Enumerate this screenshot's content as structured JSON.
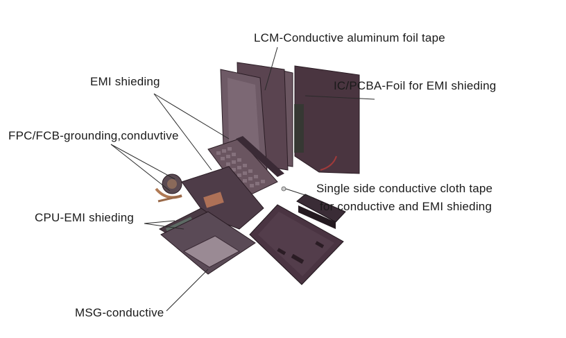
{
  "colors": {
    "background": "#ffffff",
    "text": "#1a1a1a",
    "leader_line": "#2a2a2a",
    "panel_dark": "#3a2a35",
    "panel_mid": "#5a4450",
    "panel_light": "#7a6470",
    "accent_red": "#a03a3a"
  },
  "labels": {
    "lcm": "LCM-Conductive aluminum foil tape",
    "ic_pcba": "IC/PCBA-Foil for EMI shieding",
    "emi": "EMI shieding",
    "fpc": "FPC/FCB-grounding,conduvtive",
    "cloth_line1": "Single side conductive cloth tape",
    "cloth_line2": "for conductive and EMI shieding",
    "cpu": "CPU-EMI shieding",
    "msg": "MSG-conductive"
  }
}
